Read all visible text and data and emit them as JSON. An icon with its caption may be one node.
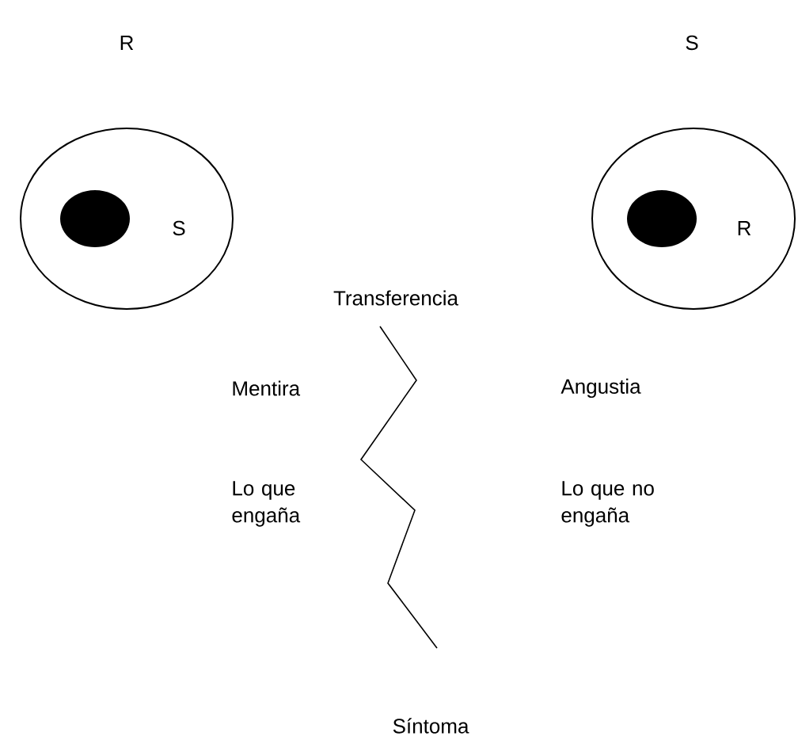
{
  "diagram": {
    "nodes": [
      {
        "text": [
          "R",
          "S"
        ]
      },
      {
        "text": [],
        "shape": "circle",
        "in": 0
      },
      {
        "text": [
          "S",
          "R"
        ]
      },
      {
        "text": [],
        "shape": "circle",
        "in": 2
      },
      {
        "text": [
          "Transferencia"
        ]
      },
      {
        "text": [
          "Síntoma"
        ]
      }
    ],
    "edges": [
      {
        "from": 4,
        "to": 5,
        "arrow": "none"
      }
    ],
    "labels": [
      "Mentira",
      "Angustia",
      "Lo que engaña",
      "Lo que no engaña"
    ]
  }
}
